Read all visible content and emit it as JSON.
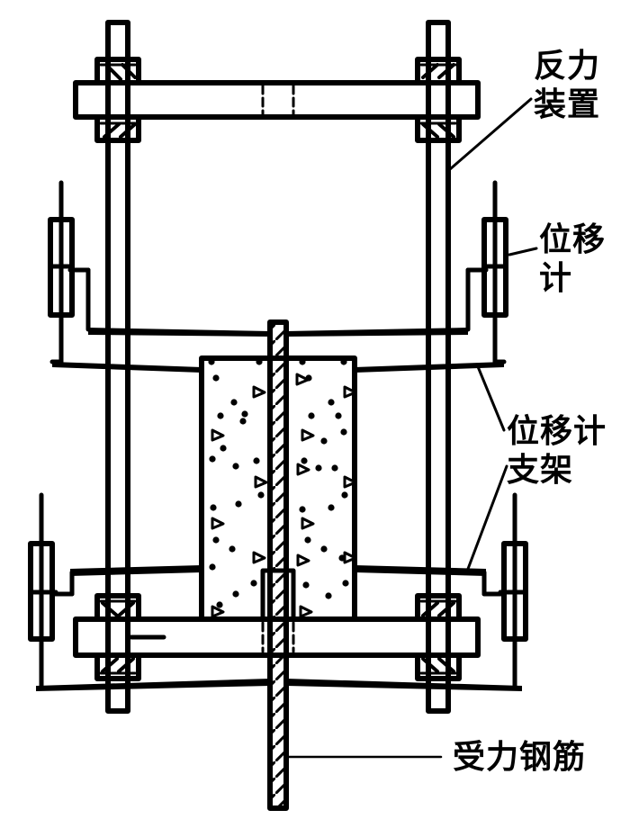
{
  "diagram": {
    "title": "",
    "labels": {
      "reaction_device": "反力\n装置",
      "displacement_gauge": "位移\n计",
      "gauge_bracket": "位移计\n支架",
      "loaded_rebar": "受力钢筋"
    },
    "colors": {
      "stroke": "#000000",
      "background": "#ffffff"
    }
  }
}
